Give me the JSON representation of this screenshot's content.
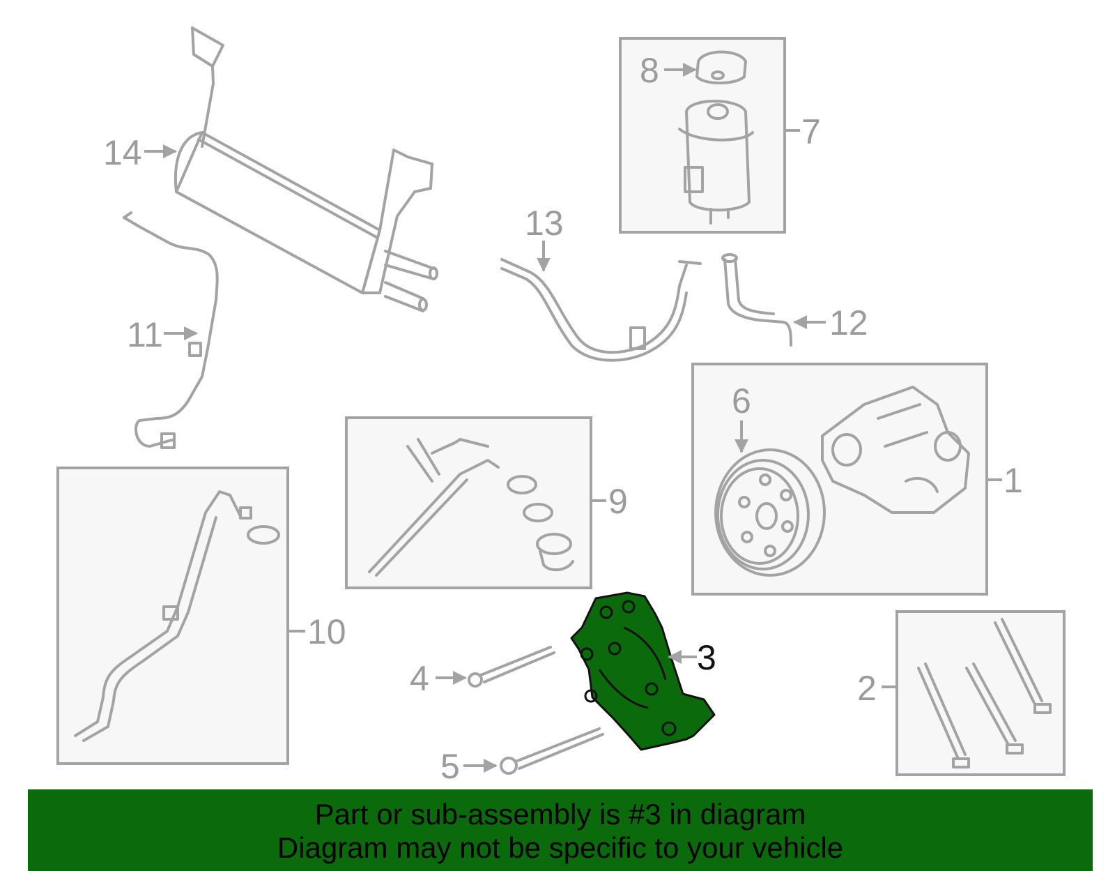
{
  "callouts": {
    "c1": "1",
    "c2": "2",
    "c3": "3",
    "c4": "4",
    "c5": "5",
    "c6": "6",
    "c7": "7",
    "c8": "8",
    "c9": "9",
    "c10": "10",
    "c11": "11",
    "c12": "12",
    "c13": "13",
    "c14": "14"
  },
  "highlight_color": "#0b6a0b",
  "banner": {
    "line1": "Part or sub-assembly is #3 in diagram",
    "line2": "Diagram may not be specific to your vehicle"
  }
}
